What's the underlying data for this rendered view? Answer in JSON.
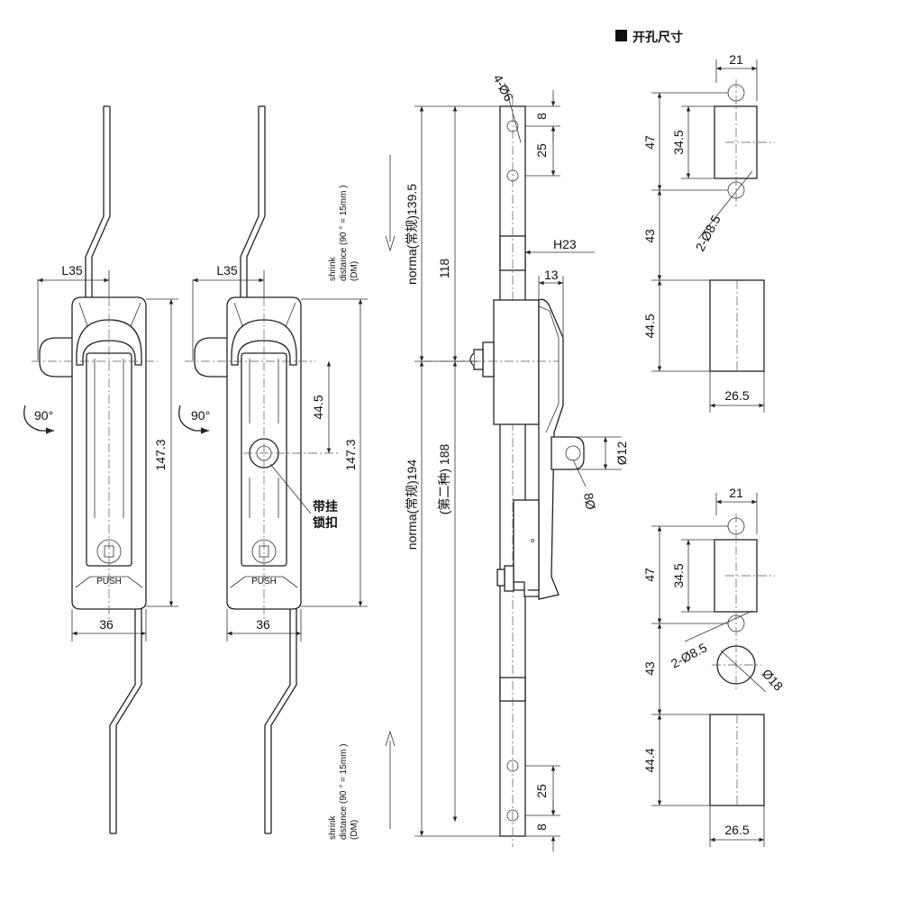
{
  "title": {
    "text": "开孔尺寸"
  },
  "labels": {
    "l35": "L35",
    "w36": "36",
    "h147": "147.3",
    "rot90": "90°",
    "push": "PUSH",
    "d445": "44.5",
    "hang_line1": "带挂",
    "hang_line2": "锁扣",
    "shrink_top": [
      "shrink",
      "distance (90 ° = 15mm )",
      "(DM)"
    ],
    "shrink_bottom": [
      "shrink",
      "distance (90 ° = 15mm )",
      "(DM)"
    ],
    "norma1395": "norma(常规)139.5",
    "d118": "118",
    "norma194": "norma(常规)194",
    "second188": "(第二种) 188",
    "holes4": "4-Ø6",
    "d8a": "8",
    "d25a": "25",
    "h23": "H23",
    "d13": "13",
    "phi12": "Ø12",
    "phi8": "8Ø",
    "d25b": "25",
    "d8b": "8",
    "c1_w21": "21",
    "c1_h47": "47",
    "c1_h345": "34.5",
    "c1_holes": "2-Ø8.5",
    "c1_h43": "43",
    "c1_h445": "44.5",
    "c1_w265": "26.5",
    "c2_w21": "21",
    "c2_h47": "47",
    "c2_h345": "34.5",
    "c2_holes": "2-Ø8.5",
    "c2_h43": "43",
    "c2_phi18": "Ø18",
    "c2_h444": "44.4",
    "c2_w265": "26.5"
  }
}
